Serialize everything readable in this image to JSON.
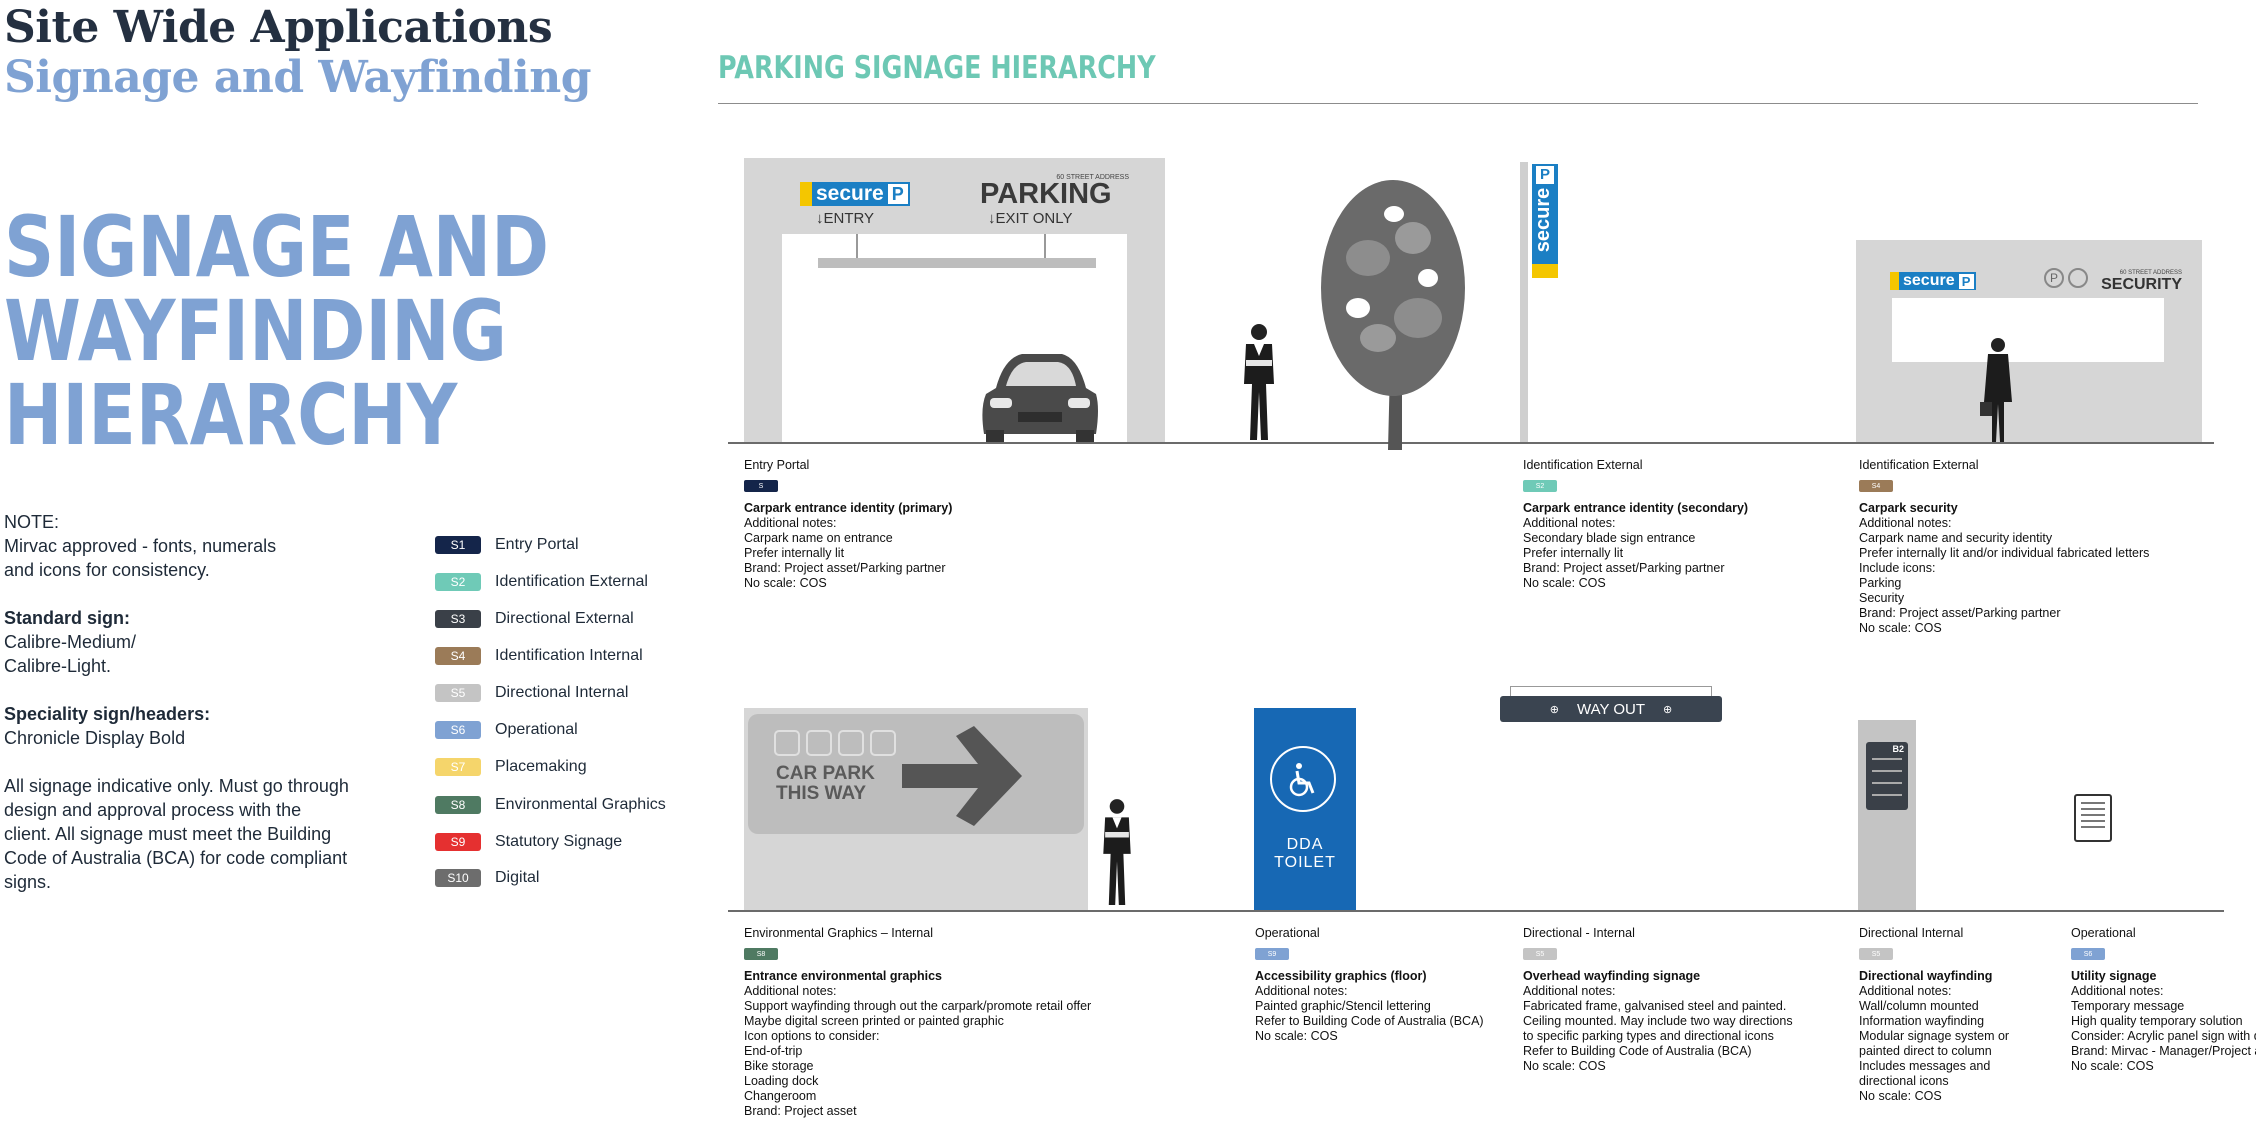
{
  "header": {
    "title": "Site Wide Applications",
    "subtitle": "Signage and Wayfinding"
  },
  "page_heading": {
    "line1": "SIGNAGE AND",
    "line2": "WAYFINDING",
    "line3": "HIERARCHY"
  },
  "notes": {
    "note_label": "NOTE:",
    "note_text": "Mirvac approved - fonts, numerals and icons for consistency.",
    "standard_label": "Standard sign:",
    "standard_fonts_1": "Calibre-Medium/",
    "standard_fonts_2": "Calibre-Light.",
    "speciality_label": "Speciality sign/headers:",
    "speciality_font": "Chronicle Display Bold",
    "disclaimer": "All signage indicative only. Must go through design and approval process with the client. All signage must meet the Building Code of Australia (BCA) for code compliant signs."
  },
  "legend": [
    {
      "code": "S1",
      "label": "Entry Portal",
      "color": "#14254a"
    },
    {
      "code": "S2",
      "label": "Identification External",
      "color": "#6fcab7"
    },
    {
      "code": "S3",
      "label": "Directional External",
      "color": "#3a4048"
    },
    {
      "code": "S4",
      "label": "Identification Internal",
      "color": "#9b7b58"
    },
    {
      "code": "S5",
      "label": "Directional Internal",
      "color": "#c4c4c4"
    },
    {
      "code": "S6",
      "label": "Operational",
      "color": "#7fa2d3"
    },
    {
      "code": "S7",
      "label": "Placemaking",
      "color": "#f5d56b"
    },
    {
      "code": "S8",
      "label": "Environmental Graphics",
      "color": "#4f7a62"
    },
    {
      "code": "S9",
      "label": "Statutory Signage",
      "color": "#e53030"
    },
    {
      "code": "S10",
      "label": "Digital",
      "color": "#6d6d6d"
    }
  ],
  "section_title": "PARKING SIGNAGE HIERARCHY",
  "illustrations": {
    "secure_brand": "secure",
    "parking_p": "P",
    "street_address": "60 STREET ADDRESS",
    "parking_word": "PARKING",
    "entry_label": "↓ENTRY",
    "exit_label": "↓EXIT ONLY",
    "security_word": "SECURITY",
    "car_park_line1": "CAR PARK",
    "car_park_line2": "THIS WAY",
    "dda_line1": "DDA",
    "dda_line2": "TOILET",
    "way_out": "WAY OUT",
    "level_code": "B2"
  },
  "row1": [
    {
      "category": "Entry Portal",
      "code": "S",
      "code_color": "#14254a",
      "title": "Carpark entrance identity (primary)",
      "lines": [
        "Additional notes:",
        "Carpark name on entrance",
        "Prefer internally lit",
        "Brand: Project asset/Parking partner",
        "No scale: COS"
      ]
    },
    {
      "category": "Identification External",
      "code": "S2",
      "code_color": "#6fcab7",
      "title": "Carpark entrance identity (secondary)",
      "lines": [
        "Additional notes:",
        "Secondary blade sign entrance",
        "Prefer internally lit",
        "Brand: Project asset/Parking partner",
        "No scale: COS"
      ]
    },
    {
      "category": "Identification External",
      "code": "S4",
      "code_color": "#9b7b58",
      "title": "Carpark security",
      "lines": [
        "Additional notes:",
        "Carpark name and security identity",
        "Prefer internally lit and/or individual fabricated letters",
        "Include icons:",
        "Parking",
        "Security",
        "Brand: Project asset/Parking partner",
        "No scale: COS"
      ]
    }
  ],
  "row2": [
    {
      "category": "Environmental Graphics – Internal",
      "code": "S8",
      "code_color": "#4f7a62",
      "title": "Entrance environmental graphics",
      "lines": [
        "Additional notes:",
        "Support wayfinding through out the carpark/promote retail offer",
        "Maybe digital screen printed or painted graphic",
        "Icon options to consider:",
        "End-of-trip",
        "Bike storage",
        "Loading dock",
        "Changeroom",
        "Brand: Project asset"
      ]
    },
    {
      "category": "Operational",
      "code": "S9",
      "code_color": "#7fa2d3",
      "title": "Accessibility graphics (floor)",
      "lines": [
        "Additional notes:",
        "Painted graphic/Stencil lettering",
        "Refer to Building Code of Australia (BCA)",
        "No scale: COS"
      ]
    },
    {
      "category": "Directional - Internal",
      "code": "S5",
      "code_color": "#c4c4c4",
      "title": "Overhead wayfinding signage",
      "lines": [
        "Additional notes:",
        "Fabricated frame, galvanised steel and painted.",
        "Ceiling mounted. May include two way directions",
        "to specific parking types and directional icons",
        "Refer to Building Code of Australia (BCA)",
        "No scale: COS"
      ]
    },
    {
      "category": "Directional Internal",
      "code": "S5",
      "code_color": "#c4c4c4",
      "title": "Directional wayfinding",
      "lines": [
        "Additional notes:",
        "Wall/column mounted",
        "Information wayfinding",
        "Modular signage system or",
        "painted direct to column",
        "Includes messages and",
        " directional icons",
        "No scale: COS"
      ]
    },
    {
      "category": "Operational",
      "code": "S6",
      "code_color": "#7fa2d3",
      "title": "Utility signage",
      "lines": [
        "Additional notes:",
        "Temporary message",
        "High quality temporary solution",
        "Consider: Acrylic panel sign with dig",
        "Brand: Mirvac - Manager/Project as",
        "No scale: COS"
      ]
    }
  ]
}
